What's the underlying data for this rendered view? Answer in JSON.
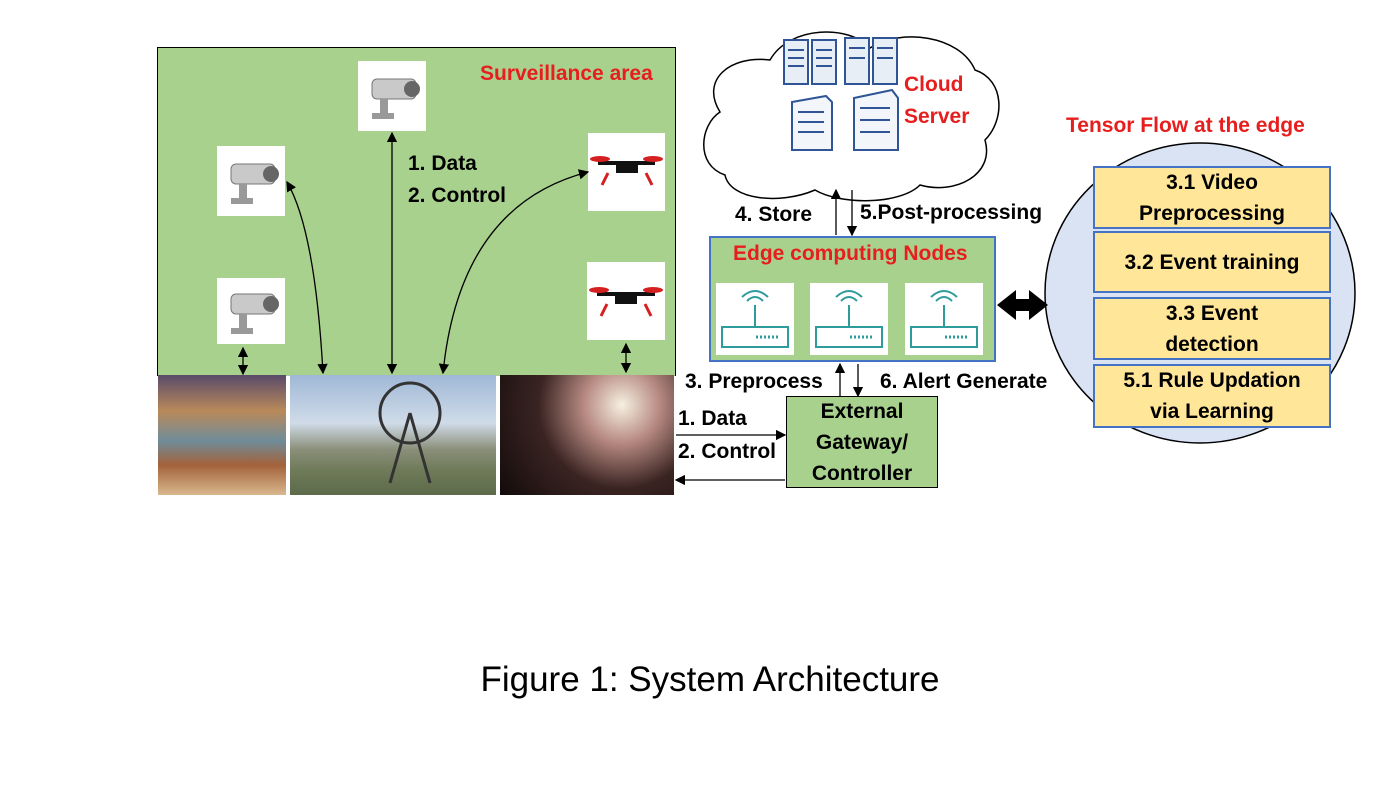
{
  "surveillance": {
    "title": "Surveillance area",
    "center_label_line1": "1. Data",
    "center_label_line2": "2. Control"
  },
  "cloud": {
    "line1": "Cloud",
    "line2": "Server"
  },
  "links": {
    "store": "4. Store",
    "post_processing": "5.Post-processing",
    "preprocess": "3. Preprocess",
    "alert": "6. Alert Generate",
    "data": "1. Data",
    "control": "2. Control"
  },
  "edge": {
    "title": "Edge computing Nodes"
  },
  "gateway": {
    "label": "External\nGateway/\nController"
  },
  "tensorflow": {
    "title": "Tensor Flow at the edge",
    "steps": [
      "3.1 Video\nPreprocessing",
      "3.2 Event training",
      "3.3 Event\ndetection",
      "5.1 Rule Updation\nvia Learning"
    ]
  },
  "caption": "Figure 1: System Architecture",
  "colors": {
    "area_green": "#a9d18e",
    "label_red": "#e61e1e",
    "step_fill": "#ffe699",
    "step_border": "#4472c4",
    "circle_fill": "#dae3f3",
    "router_teal": "#2e9c9c"
  }
}
